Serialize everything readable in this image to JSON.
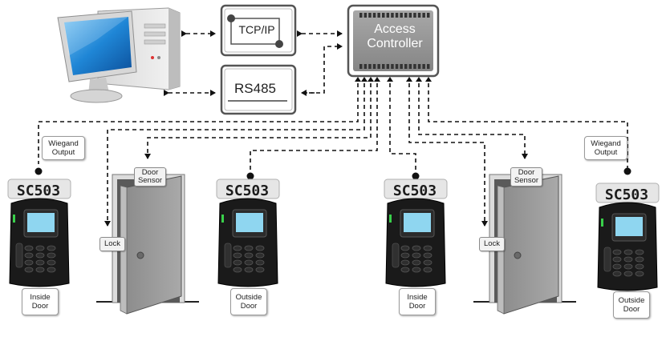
{
  "network": {
    "tcp_ip": "TCP/IP",
    "rs485": "RS485"
  },
  "controller": {
    "line1": "Access",
    "line2": "Controller"
  },
  "readers": [
    {
      "model": "SC503",
      "location": [
        "Inside",
        "Door"
      ]
    },
    {
      "model": "SC503",
      "location": [
        "Outside",
        "Door"
      ]
    },
    {
      "model": "SC503",
      "location": [
        "Inside",
        "Door"
      ]
    },
    {
      "model": "SC503",
      "location": [
        "Outside",
        "Door"
      ]
    }
  ],
  "wiegand": [
    "Wiegand",
    "Output"
  ],
  "door_sensor": [
    "Door",
    "Sensor"
  ],
  "lock": "Lock",
  "colors": {
    "reader_body": "#1a1a1a",
    "screen": "#8fd6f0",
    "controller": "#9b9b9b",
    "door": "#9a9a9a",
    "monitor_screen": "#1f86d6"
  }
}
